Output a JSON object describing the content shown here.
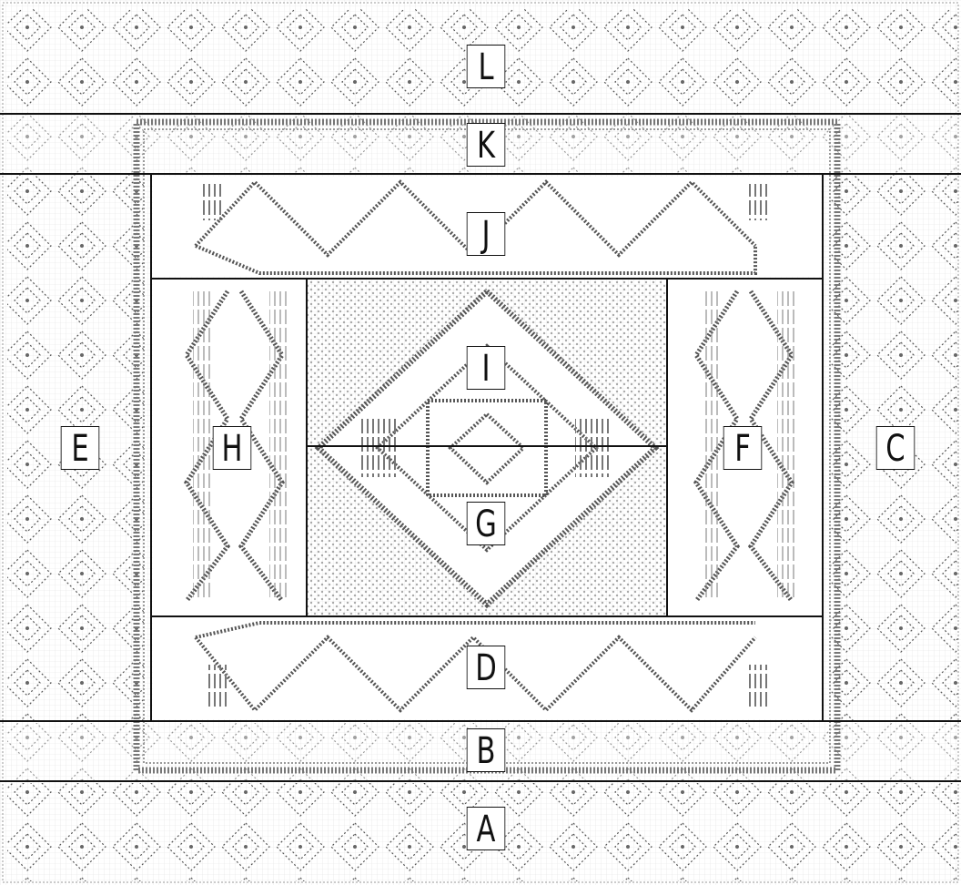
{
  "title": "",
  "sections": [
    {
      "id": "A",
      "label": "A"
    },
    {
      "id": "B",
      "label": "B"
    },
    {
      "id": "C",
      "label": "C"
    },
    {
      "id": "D",
      "label": "D"
    },
    {
      "id": "E",
      "label": "E"
    },
    {
      "id": "F",
      "label": "F"
    },
    {
      "id": "G",
      "label": "G"
    },
    {
      "id": "H",
      "label": "H"
    },
    {
      "id": "I",
      "label": "I"
    },
    {
      "id": "J",
      "label": "J"
    },
    {
      "id": "K",
      "label": "K"
    },
    {
      "id": "L",
      "label": "L"
    }
  ],
  "colors": {
    "line": "#111111",
    "pattern": "#555555",
    "background": "#ffffff",
    "grid": "#d8d8d8"
  }
}
